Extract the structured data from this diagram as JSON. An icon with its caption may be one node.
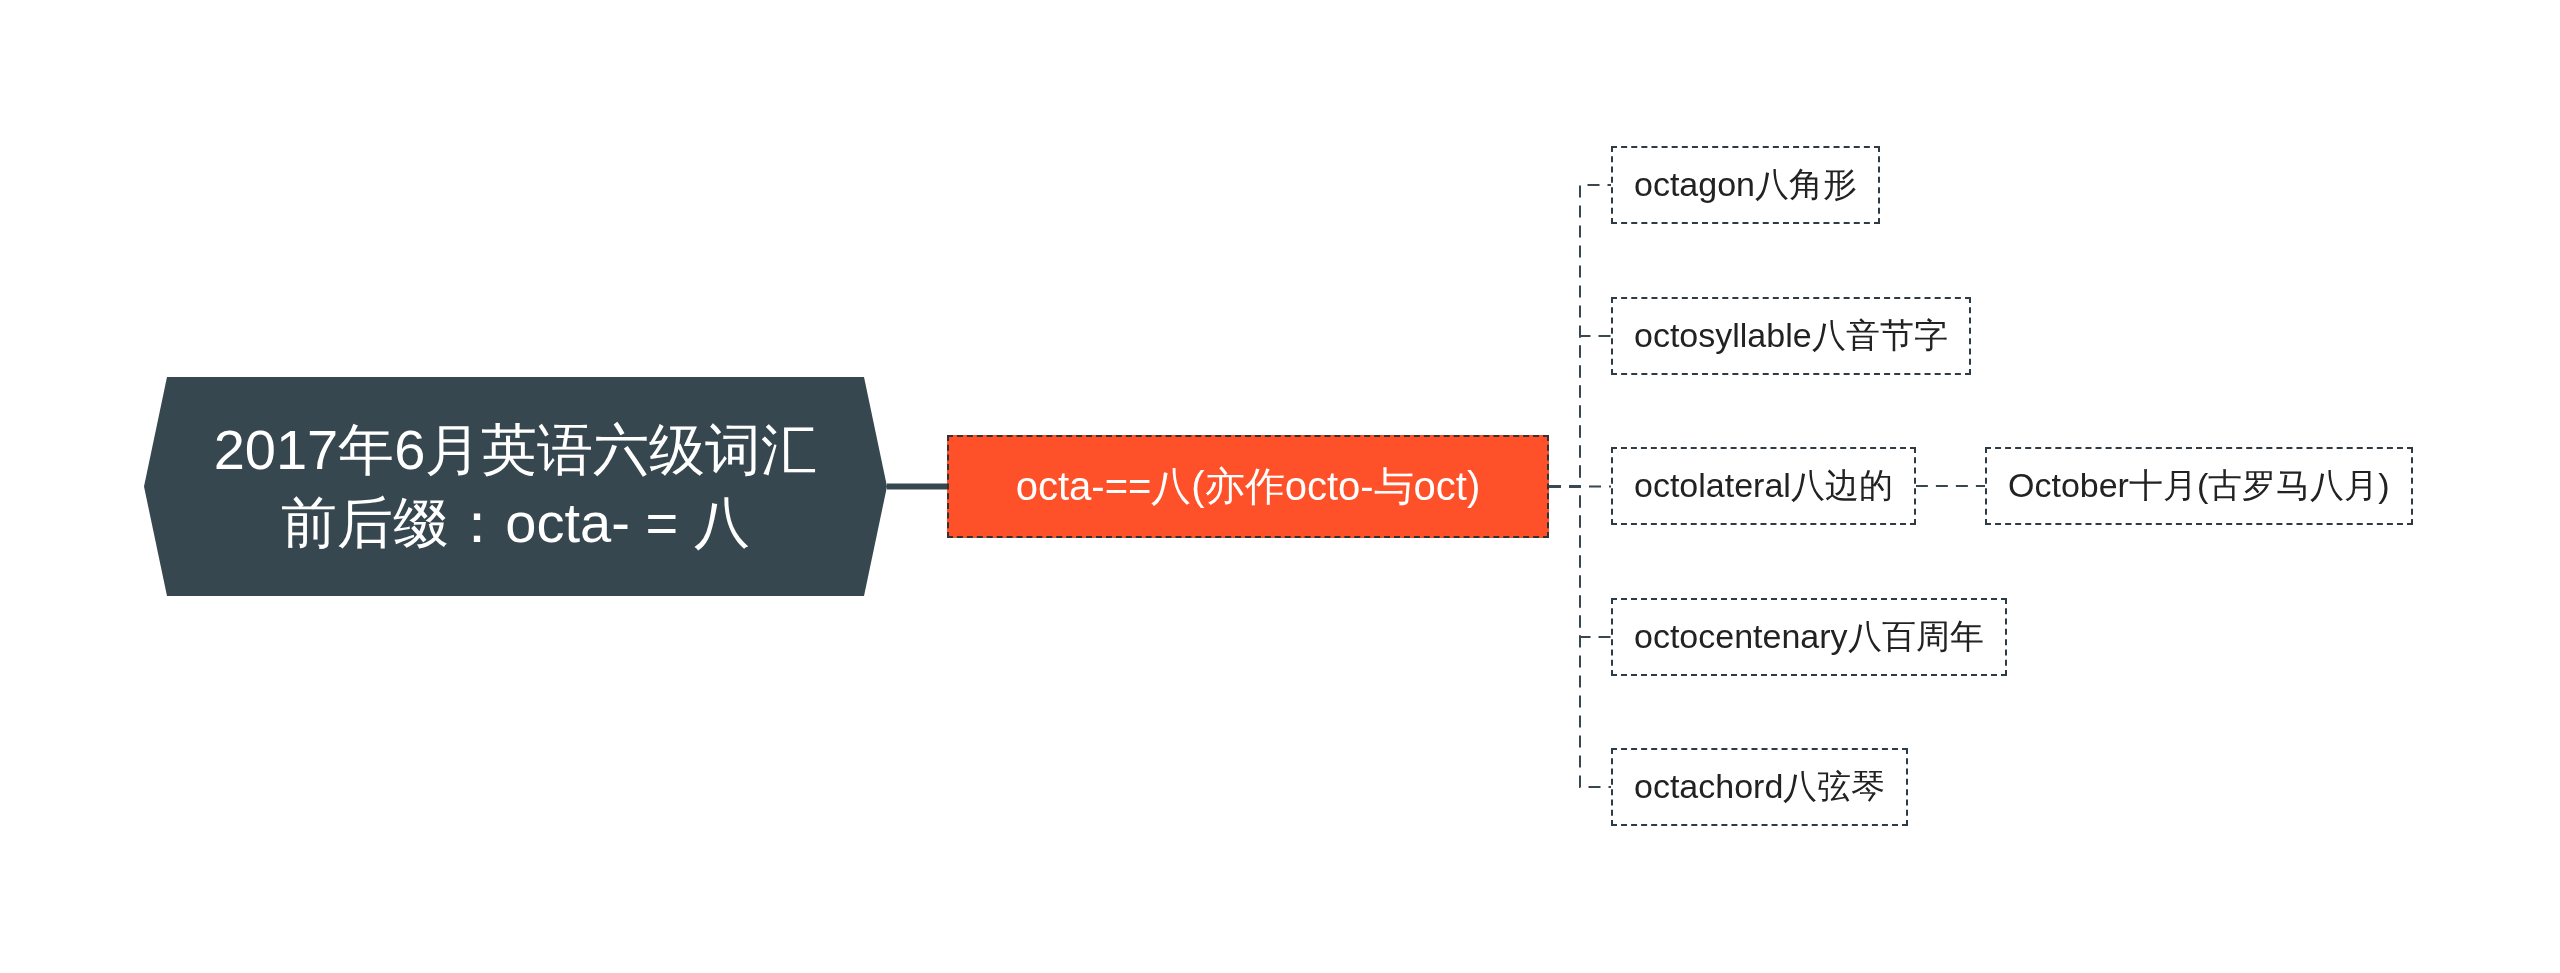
{
  "diagram": {
    "nodes": [
      {
        "text": [
          "2017年6月英语六级词汇前后缀：octa- = 八"
        ]
      },
      {
        "text": [
          "octa-==八(亦作octo-与oct)"
        ]
      },
      {
        "text": [
          "octagon八角形"
        ]
      },
      {
        "text": [
          "octosyllable八音节字"
        ]
      },
      {
        "text": [
          "octolateral八边的"
        ]
      },
      {
        "text": [
          "October十月(古罗马八月)"
        ]
      },
      {
        "text": [
          "octocentenary八百周年"
        ]
      },
      {
        "text": [
          "octachord八弦琴"
        ]
      }
    ],
    "edges": [
      {
        "from": 0,
        "to": 1,
        "arrow": "none",
        "style": "thick"
      },
      {
        "from": 1,
        "to": 2,
        "arrow": "none",
        "style": "dashed"
      },
      {
        "from": 1,
        "to": 3,
        "arrow": "none",
        "style": "dashed"
      },
      {
        "from": 1,
        "to": 4,
        "arrow": "none",
        "style": "dashed"
      },
      {
        "from": 1,
        "to": 6,
        "arrow": "none",
        "style": "dashed"
      },
      {
        "from": 1,
        "to": 7,
        "arrow": "none",
        "style": "dashed"
      },
      {
        "from": 4,
        "to": 5,
        "arrow": "none",
        "style": "dashed"
      }
    ]
  }
}
